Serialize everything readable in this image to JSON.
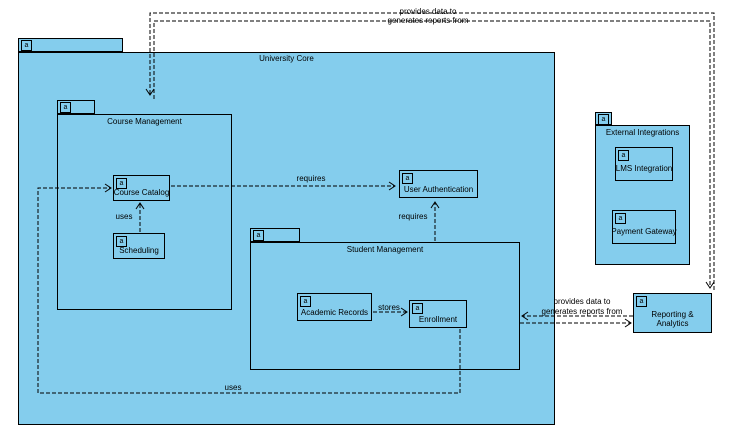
{
  "diagram": {
    "badge_letter": "a",
    "colors": {
      "node_fill": "#84CDED",
      "border": "#000000",
      "background": "#FFFFFF"
    },
    "packages": {
      "university_core": {
        "label": "University Core"
      },
      "course_management": {
        "label": "Course Management"
      },
      "student_management": {
        "label": "Student Management"
      },
      "external_integrations": {
        "label": "External Integrations"
      }
    },
    "components": {
      "course_catalog": {
        "label": "Course Catalog"
      },
      "scheduling": {
        "label": "Scheduling"
      },
      "user_authentication": {
        "label": "User Authentication"
      },
      "academic_records": {
        "label": "Academic Records"
      },
      "enrollment": {
        "label": "Enrollment"
      },
      "lms_integration": {
        "label": "LMS Integration"
      },
      "payment_gateway": {
        "label": "Payment Gateway"
      },
      "reporting_analytics": {
        "label": "Reporting & Analytics"
      }
    },
    "connectors": {
      "top_provides": {
        "label": "provides data to"
      },
      "top_generates": {
        "label": "generates reports from"
      },
      "mid_provides": {
        "label": "provides data to"
      },
      "mid_generates": {
        "label": "generates reports from"
      },
      "requires_course_catalog_to_user_auth": {
        "label": "requires"
      },
      "requires_student_mgmt_to_user_auth": {
        "label": "requires"
      },
      "uses_scheduling_to_course_catalog": {
        "label": "uses"
      },
      "uses_enrollment_to_course_catalog": {
        "label": "uses"
      },
      "stores_academic_records_to_enrollment": {
        "label": "stores"
      }
    }
  }
}
